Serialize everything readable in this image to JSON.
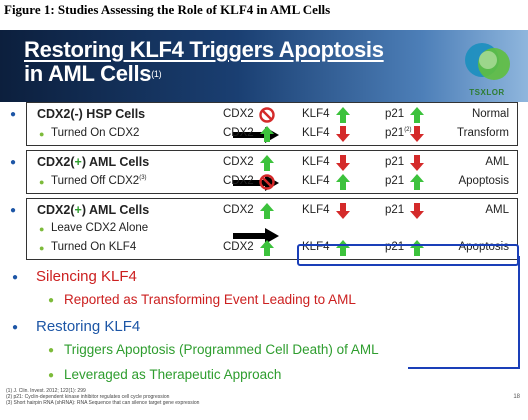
{
  "figure_caption": "Figure 1: Studies Assessing the Role of KLF4 in AML Cells",
  "banner": {
    "title_line1": "Restoring KLF4 Triggers Apoptosis",
    "title_line2": "in AML Cells",
    "title_ref": "(1)",
    "logo_text": "TSXLOR"
  },
  "panels": [
    {
      "heading": "CDX2(-) HSP Cells",
      "rows": [
        {
          "label": "",
          "cdx2": "CDX2",
          "cdx2_icon": "prohibited-icon",
          "klf4": "KLF4",
          "klf4_icon": "up-arrow-icon",
          "p21": "p21",
          "p21_icon": "up-arrow-icon",
          "result": "Normal"
        },
        {
          "label": "Turned On CDX2",
          "cdx2": "CDX2",
          "cdx2_icon": "up-arrow-icon",
          "klf4": "KLF4",
          "klf4_icon": "down-arrow-icon",
          "p21": "p21",
          "p21_sup": "(2)",
          "p21_icon": "down-arrow-icon",
          "result": "Transform"
        }
      ]
    },
    {
      "heading_pre": "CDX2(",
      "heading_plus": "+",
      "heading_post": ") AML Cells",
      "rows": [
        {
          "label": "",
          "cdx2": "CDX2",
          "cdx2_icon": "up-arrow-icon",
          "klf4": "KLF4",
          "klf4_icon": "down-arrow-icon",
          "p21": "p21",
          "p21_icon": "down-arrow-icon",
          "result": "AML"
        },
        {
          "label": "Turned Off CDX2",
          "label_sup": "(3)",
          "cdx2": "CDX2",
          "cdx2_icon": "prohibited-icon",
          "klf4": "KLF4",
          "klf4_icon": "up-arrow-icon",
          "p21": "p21",
          "p21_icon": "up-arrow-icon",
          "result": "Apoptosis"
        }
      ]
    },
    {
      "heading_pre": "CDX2(",
      "heading_plus": "+",
      "heading_post": ") AML Cells",
      "rows": [
        {
          "label": "",
          "cdx2": "CDX2",
          "cdx2_icon": "up-arrow-icon",
          "klf4": "KLF4",
          "klf4_icon": "down-arrow-icon",
          "p21": "p21",
          "p21_icon": "down-arrow-icon",
          "result": "AML"
        },
        {
          "label": "Leave CDX2 Alone"
        },
        {
          "label": "Turned On KLF4",
          "cdx2": "CDX2",
          "cdx2_icon": "up-arrow-icon",
          "klf4": "KLF4",
          "klf4_icon": "up-arrow-icon",
          "p21": "p21",
          "p21_icon": "up-arrow-icon",
          "result": "Apoptosis"
        }
      ]
    }
  ],
  "bullets": [
    {
      "text": "Silencing KLF4",
      "color": "#cc2020",
      "level": 1
    },
    {
      "text": "Reported  as Transforming Event Leading to AML",
      "color": "#cc2020",
      "level": 2
    },
    {
      "text": "Restoring  KLF4",
      "color": "#1d56a6",
      "level": 1
    },
    {
      "text": "Triggers  Apoptosis (Programmed Cell Death) of AML",
      "color": "#2e9d2e",
      "level": 2
    },
    {
      "text": "Leveraged  as Therapeutic  Approach",
      "color": "#2e9d2e",
      "level": 2
    }
  ],
  "footnotes": [
    "(1)  J. Clin. Invest.  2012;  122(1):  299",
    "(2)  p21: Cyclin-dependent   kinase inhibitor regulates  cell cycle progression",
    "(3)  Short hairpin  RNA (shRNA): RNA Sequence that can silence  target gene expression"
  ],
  "page_number": "18",
  "colors": {
    "up_arrow": "#3cc23c",
    "down_arrow": "#d42a2a",
    "prohibited": "#d42a2a",
    "highlight_box": "#1a3fb8",
    "banner_dark": "#0c1f3d"
  }
}
